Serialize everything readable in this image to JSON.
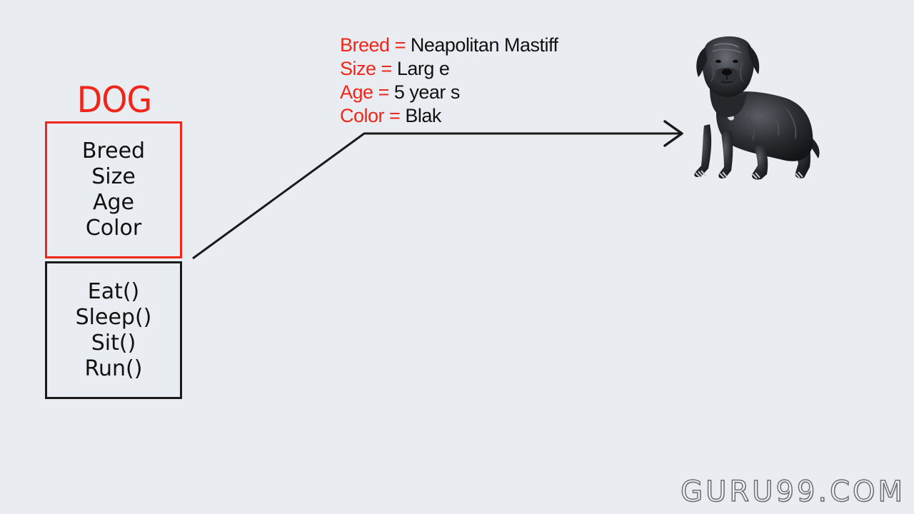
{
  "class_diagram": {
    "title": "DOG",
    "attributes": [
      "Breed",
      "Size",
      "Age",
      "Color"
    ],
    "methods": [
      "Eat()",
      "Sleep()",
      "Sit()",
      "Run()"
    ]
  },
  "instance_values": [
    {
      "name": "Breed",
      "equals": "=",
      "value": "Neapolitan Mastiff"
    },
    {
      "name": "Size",
      "equals": "=",
      "value": "Larg e"
    },
    {
      "name": "Age",
      "equals": "=",
      "value": "5 year s"
    },
    {
      "name": "Color",
      "equals": "=",
      "value": "Blak"
    }
  ],
  "colors": {
    "accent_red": "#f1261b",
    "ink": "#111111",
    "background": "#e9ecf0"
  },
  "image": {
    "subject": "black neapolitan mastiff puppy"
  },
  "watermark": "GURU99.COM"
}
